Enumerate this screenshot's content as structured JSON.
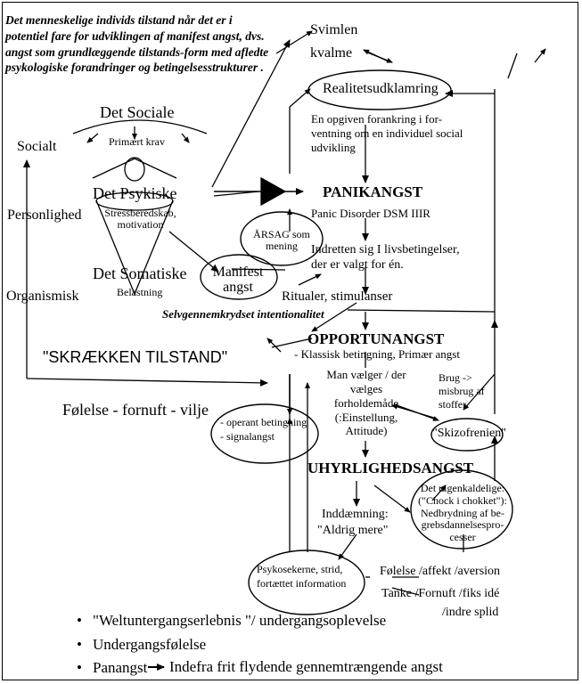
{
  "intro": "Det menneskelige individs tilstand når det er i potentiel fare for udviklingen af manifest angst, dvs. angst som grundlæggende tilstands-form med afledte psykologiske forandringer og betingelsesstrukturer .",
  "levels": {
    "social": "Socialt",
    "personality": "Personlighed",
    "organism": "Organismisk"
  },
  "figure": {
    "social_title": "Det Sociale",
    "social_sub": "Primært krav",
    "psychic_title": "Det Psykiske",
    "psychic_sub": "Stressberedskab, motivation",
    "somatic_title": "Det Somatiske",
    "somatic_sub": "Belastning"
  },
  "top": {
    "svimlen": "Svimlen",
    "kvalme": "kvalme",
    "realitet": "Realitetsudklamring",
    "forankring": "En opgiven forankring i for-ventning om en individuel social udvikling"
  },
  "panic": {
    "title": "PANIKANGST",
    "dsm": "Panic Disorder DSM IIIR",
    "indretten": "Indretten sig I livsbetingelser, der er valgt for én.",
    "ritualer": "Ritualer, stimulanser"
  },
  "aarsag": "ÅRSAG som mening",
  "manifest": "Manifest angst",
  "selv": "Selvgennemkrydset intentionalitet",
  "skraek": "\"SKRÆKKEN TILSTAND\"",
  "opport": {
    "title": "OPPORTUNANGST",
    "sub": "- Klassisk betingning, Primær angst",
    "vaelger": "Man vælger / der vælges forholdemåde (:Einstellung, Attitude)",
    "brug": "Brug -> misbrug af stoffer"
  },
  "foelelse_fornuft": "Følelse - fornuft - vilje",
  "operant": "- operant betingning - signalangst",
  "skizo": "\"Skizofrenien\"",
  "uhyr": {
    "title": "UHYRLIGHEDSANGST",
    "uigen": "Det uigenkaldelige: (\"Chock i chokket\"): Nedbrydning af be-grebsdannelsespro-cesser",
    "indd1": "Inddæmning:",
    "indd2": "\"Aldrig mere\"",
    "psyko": "Psykosekerne, strid, fortættet information",
    "foel": "Følelse /affekt /aversion",
    "tanke": "Tanke /Fornuft /fiks idé",
    "splid": "/indre splid"
  },
  "bullets": [
    "\"Weltuntergangserlebnis \"/ undergangsoplevelse",
    "Undergangsfølelse",
    "Panangst"
  ],
  "bullet3_tail": "Indefra frit flydende gennemtrængende angst"
}
